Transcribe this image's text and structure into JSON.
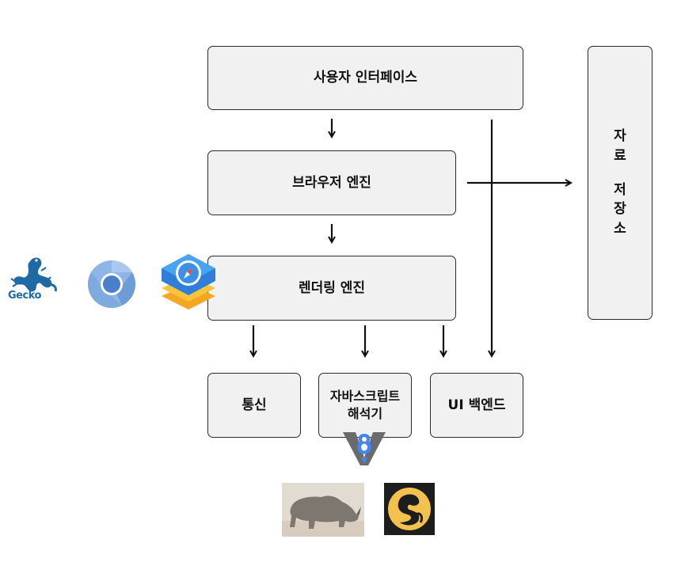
{
  "diagram": {
    "user_interface": "사용자 인터페이스",
    "browser_engine": "브라우저 엔진",
    "rendering_engine": "렌더링 엔진",
    "networking": "통신",
    "js_interpreter_line1": "자바스크립트",
    "js_interpreter_line2": "해석기",
    "ui_backend": "UI 백엔드",
    "data_storage_chars": [
      "자",
      "료",
      "저",
      "장",
      "소"
    ]
  },
  "logos": {
    "gecko_text": "Gecko",
    "engine_icons": [
      "gecko-icon",
      "chromium-icon",
      "webkit-safari-icon"
    ],
    "js_engine_icons": [
      "v8-icon",
      "rhino-icon",
      "spidermonkey-icon"
    ]
  },
  "colors": {
    "box_fill": "#f1f1f1",
    "box_border": "#2b2b2b",
    "gecko_blue": "#1f6aa5",
    "v8_blue": "#4285f4"
  }
}
